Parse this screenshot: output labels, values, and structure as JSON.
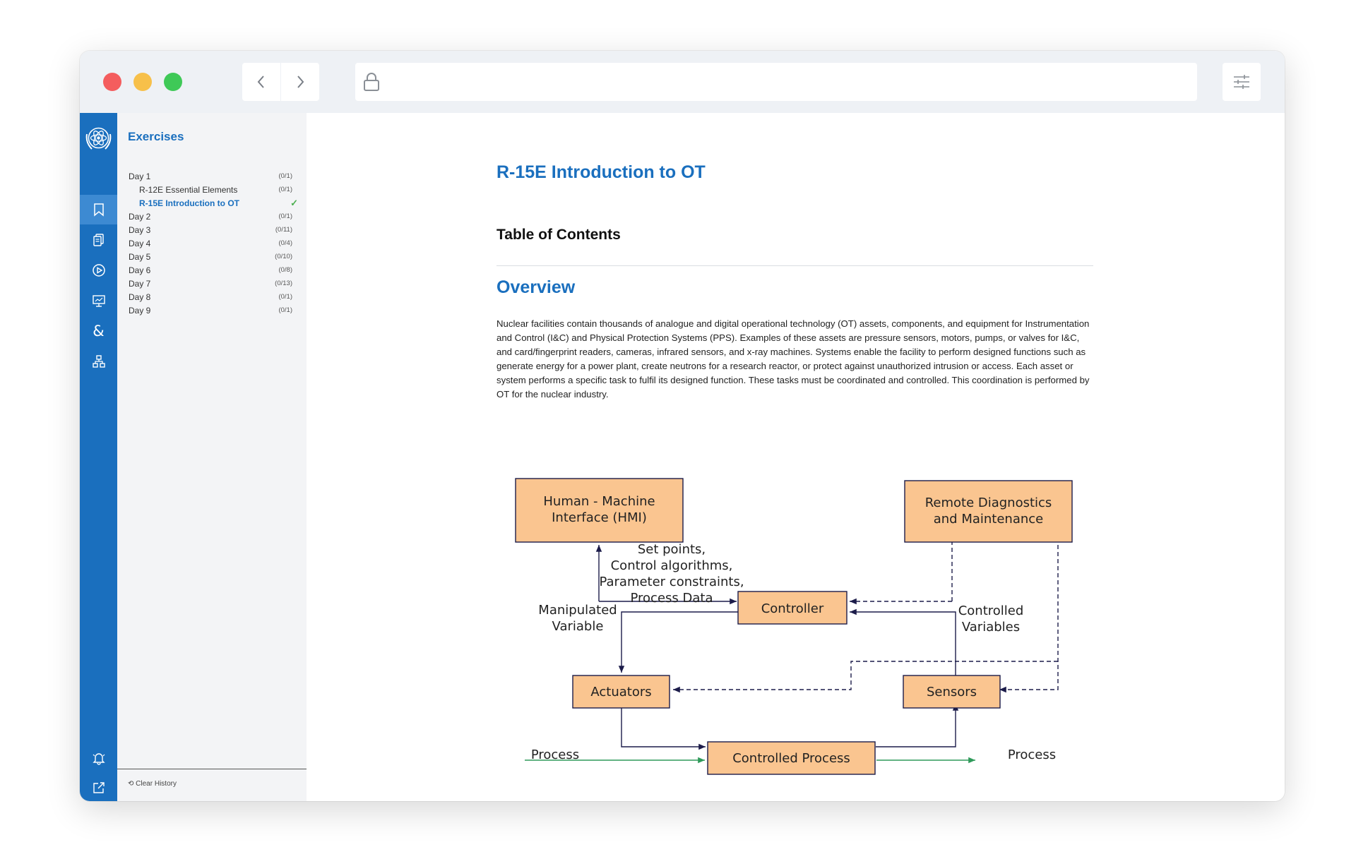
{
  "browser": {
    "back_icon": "chevron-left-icon",
    "forward_icon": "chevron-right-icon",
    "url_icon": "lock-icon",
    "settings_icon": "sliders-icon",
    "url": ""
  },
  "rail": {
    "logo": "iaea-logo",
    "icons": [
      "bookmark-icon",
      "documents-icon",
      "play-circle-icon",
      "presentation-icon",
      "ampersand-icon",
      "network-icon"
    ],
    "bottom_icons": [
      "bell-icon",
      "external-link-icon"
    ],
    "accent": "#1a6fbe"
  },
  "sidebar": {
    "title": "Exercises",
    "items": [
      {
        "label": "Day 1",
        "count": "(0/1)"
      },
      {
        "label": "R-12E Essential Elements",
        "count": "(0/1)",
        "sub": true
      },
      {
        "label": "R-15E Introduction to OT",
        "count": "✓",
        "sub": true,
        "current": true
      },
      {
        "label": "Day 2",
        "count": "(0/1)"
      },
      {
        "label": "Day 3",
        "count": "(0/11)"
      },
      {
        "label": "Day 4",
        "count": "(0/4)"
      },
      {
        "label": "Day 5",
        "count": "(0/10)"
      },
      {
        "label": "Day 6",
        "count": "(0/8)"
      },
      {
        "label": "Day 7",
        "count": "(0/13)"
      },
      {
        "label": "Day 8",
        "count": "(0/1)"
      },
      {
        "label": "Day 9",
        "count": "(0/1)"
      }
    ],
    "clear_history": "Clear History"
  },
  "main": {
    "title": "R-15E Introduction to OT",
    "toc_heading": "Table of Contents",
    "section_heading": "Overview",
    "paragraph": "Nuclear facilities contain thousands of analogue and digital operational technology (OT) assets, components, and equipment for Instrumentation and Control (I&C) and Physical Protection Systems (PPS). Examples of these assets are pressure sensors, motors, pumps, or valves for I&C, and card/fingerprint readers, cameras, infrared sensors, and x-ray machines. Systems enable the facility to perform designed functions such as generate energy for a power plant, create neutrons for a research reactor, or protect against unauthorized intrusion or access. Each asset or system performs a specific task to fulfil its designed function. These tasks must be coordinated and controlled. This coordination is performed by OT for the nuclear industry."
  },
  "diagram": {
    "box_fill": "#fac590",
    "hmi_line1": "Human - Machine",
    "hmi_line2": "Interface (HMI)",
    "remote_line1": "Remote Diagnostics",
    "remote_line2": "and Maintenance",
    "controller": "Controller",
    "actuators": "Actuators",
    "sensors": "Sensors",
    "process": "Controlled Process",
    "setpoints_1": "Set points,",
    "setpoints_2": "Control algorithms,",
    "setpoints_3": "Parameter constraints,",
    "setpoints_4": "Process Data",
    "manip_1": "Manipulated",
    "manip_2": "Variable",
    "ctrlvar_1": "Controlled",
    "ctrlvar_2": "Variables",
    "process_left": "Process",
    "process_right": "Process"
  }
}
